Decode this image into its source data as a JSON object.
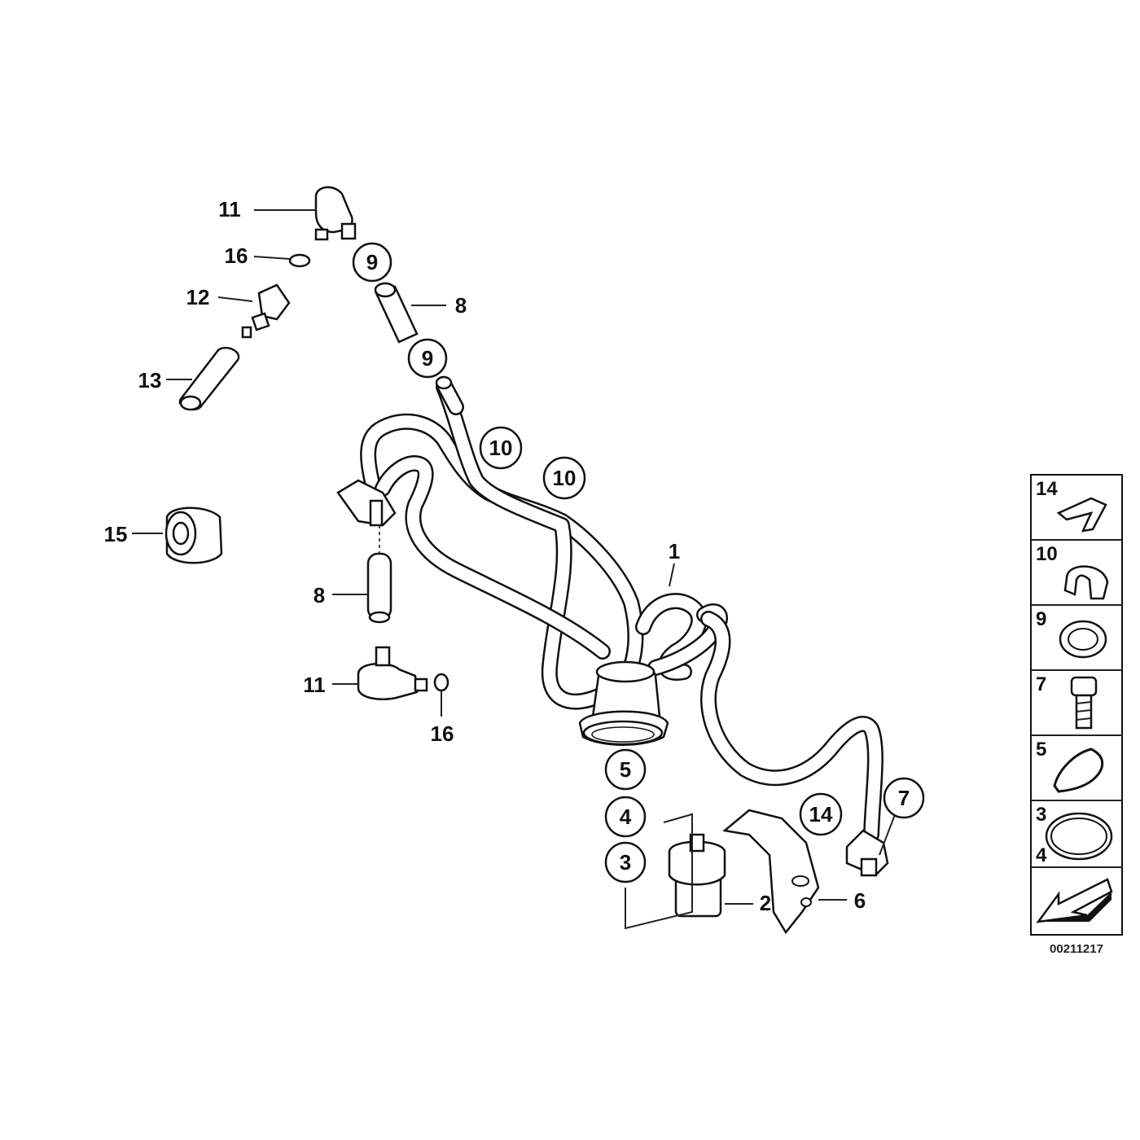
{
  "diagram": {
    "labels": {
      "l1": "1",
      "l2": "2",
      "l6": "6",
      "l8a": "8",
      "l8b": "8",
      "l11a": "11",
      "l11b": "11",
      "l12": "12",
      "l13": "13",
      "l15": "15",
      "l16a": "16",
      "l16b": "16"
    },
    "circled": {
      "c9a": "9",
      "c9b": "9",
      "c10a": "10",
      "c10b": "10",
      "c5": "5",
      "c4": "4",
      "c3": "3",
      "c14": "14",
      "c7": "7"
    },
    "legend": {
      "items": [
        {
          "label": "14"
        },
        {
          "label": "10"
        },
        {
          "label": "9"
        },
        {
          "label": "7"
        },
        {
          "label": "5"
        },
        {
          "label": "3",
          "label2": "4"
        }
      ],
      "arrow_icon": "direction-arrow-icon"
    },
    "drawing_code": "00211217"
  }
}
